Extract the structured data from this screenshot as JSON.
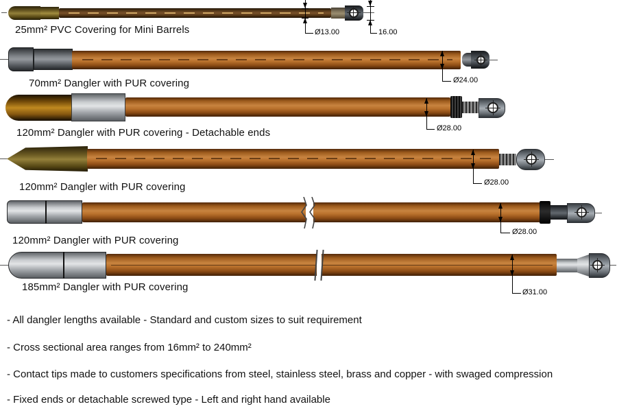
{
  "rows": [
    {
      "label": "25mm² PVC Covering for Mini Barrels",
      "dim_diameter": "Ø13.00",
      "dim_end": "16.00"
    },
    {
      "label": "70mm² Dangler with PUR covering",
      "dim_diameter": "Ø24.00"
    },
    {
      "label": "120mm² Dangler with PUR covering - Detachable ends",
      "dim_diameter": "Ø28.00"
    },
    {
      "label": "120mm² Dangler with PUR covering",
      "dim_diameter": "Ø28.00"
    },
    {
      "label": "120mm² Dangler with PUR covering",
      "dim_diameter": "Ø28.00"
    },
    {
      "label": "185mm² Dangler with PUR covering",
      "dim_diameter": "Ø31.00"
    }
  ],
  "notes": [
    "- All dangler lengths available - Standard and custom sizes to suit requirement",
    "- Cross sectional area ranges from 16mm² to 240mm²",
    "- Contact tips made to customers specifications from steel, stainless steel, brass and copper - with swaged compression",
    "- Fixed ends or detachable screwed type - Left and right hand available"
  ],
  "colors": {
    "copper": "#a65f1e",
    "copper-highlight": "#c88440",
    "brass": "#93803a",
    "amber": "#c08a20",
    "steel": "#9aa0a5",
    "ink": "#000000",
    "background": "#ffffff"
  }
}
